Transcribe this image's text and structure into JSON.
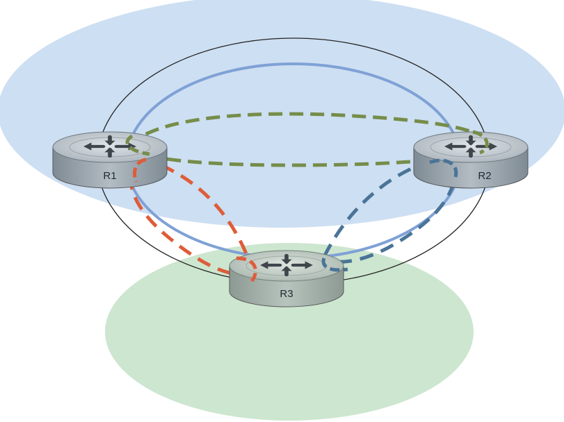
{
  "diagram": {
    "routers": [
      {
        "id": "R1",
        "label": "R1",
        "icon": "router-icon"
      },
      {
        "id": "R2",
        "label": "R2",
        "icon": "router-icon"
      },
      {
        "id": "R3",
        "label": "R3",
        "icon": "router-icon"
      }
    ],
    "regions": [
      {
        "name": "blue-region",
        "color": "#cddff2"
      },
      {
        "name": "green-region",
        "color": "#cde6cf"
      }
    ],
    "links": [
      {
        "name": "outer-physical-ring",
        "color": "#222222",
        "style": "solid"
      },
      {
        "name": "inner-ring",
        "color": "#7fa1d6",
        "style": "solid"
      },
      {
        "name": "green-tunnel",
        "from": "R1",
        "to": "R2",
        "color": "#768d4a",
        "style": "dashed"
      },
      {
        "name": "orange-tunnel",
        "from": "R1",
        "to": "R3",
        "color": "#de5d3a",
        "style": "dashed"
      },
      {
        "name": "blue-tunnel",
        "from": "R2",
        "to": "R3",
        "color": "#4a7497",
        "style": "dashed"
      }
    ],
    "colors": {
      "router_body": "#9aa6ae",
      "router_top": "#c4ccd2",
      "arrow": "#4a5157"
    }
  }
}
